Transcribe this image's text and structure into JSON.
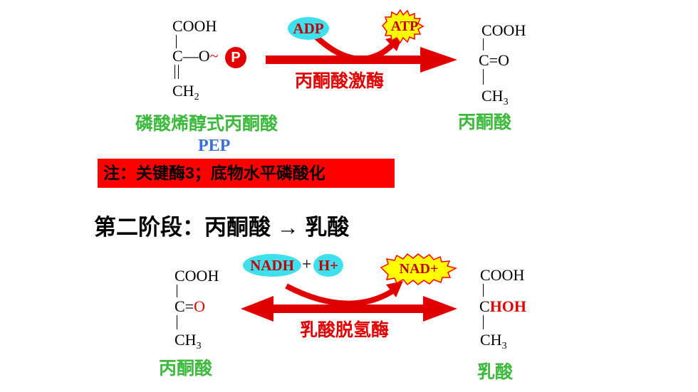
{
  "stage1": {
    "pep": {
      "cooh": "COOH",
      "c": "C",
      "dash": "—",
      "o": "O",
      "tilde": "~",
      "p": "P",
      "ch": "CH",
      "sub": "2",
      "name": "磷酸烯醇式丙酮酸",
      "abbr": "PEP"
    },
    "adp": "ADP",
    "atp": "ATP",
    "enzyme": "丙酮酸激酶",
    "pyruvate": {
      "cooh": "COOH",
      "co": "C=O",
      "ch": "CH",
      "sub": "3",
      "name": "丙酮酸"
    }
  },
  "note": "注：关键酶3；底物水平磷酸化",
  "heading": "第二阶段：丙酮酸 → 乳酸",
  "stage2": {
    "pyruvate": {
      "cooh": "COOH",
      "c": "C",
      "eq": "=",
      "o": "O",
      "ch": "CH",
      "sub": "3",
      "name": "丙酮酸"
    },
    "nadh": "NADH",
    "plus": "+",
    "hplus": "H+",
    "nadplus": "NAD+",
    "enzyme": "乳酸脱氢酶",
    "lactate": {
      "cooh": "COOH",
      "c": "C",
      "hoh": "HOH",
      "ch": "CH",
      "sub": "3",
      "name": "乳酸"
    }
  },
  "colors": {
    "red": "#e00000",
    "green": "#3cb93c",
    "blue": "#3b6fe0",
    "cyan": "#3fe0ee",
    "yellow": "#ffff00"
  }
}
